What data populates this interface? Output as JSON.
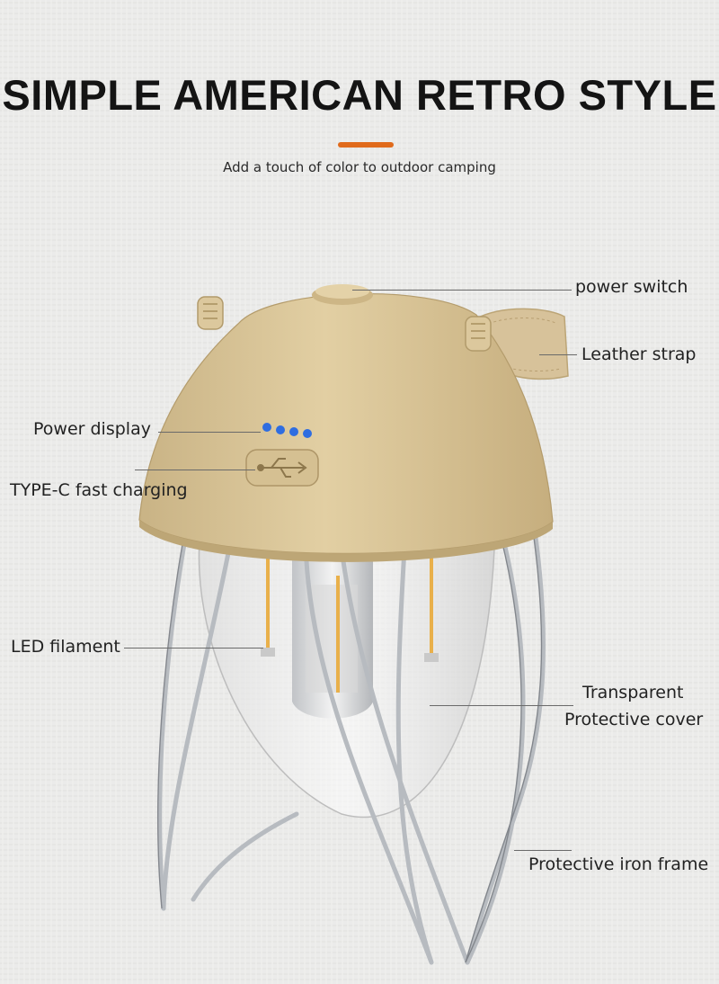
{
  "heading": {
    "title": "SIMPLE AMERICAN RETRO STYLE",
    "subtitle": "Add a touch of color to outdoor camping"
  },
  "callouts": {
    "power_switch": "power switch",
    "leather_strap": "Leather strap",
    "power_display": "Power display",
    "type_c": "TYPE-C fast charging",
    "led_filament": "LED filament",
    "cover_line1": "Transparent",
    "cover_line2": "Protective cover",
    "iron_frame": "Protective iron frame"
  },
  "colors": {
    "background": "#ebebea",
    "accent": "#e06a1b",
    "lamp_shade": "#d9c497",
    "indicator_led": "#2f6de0",
    "frame_metal": "#b8bcc1"
  }
}
